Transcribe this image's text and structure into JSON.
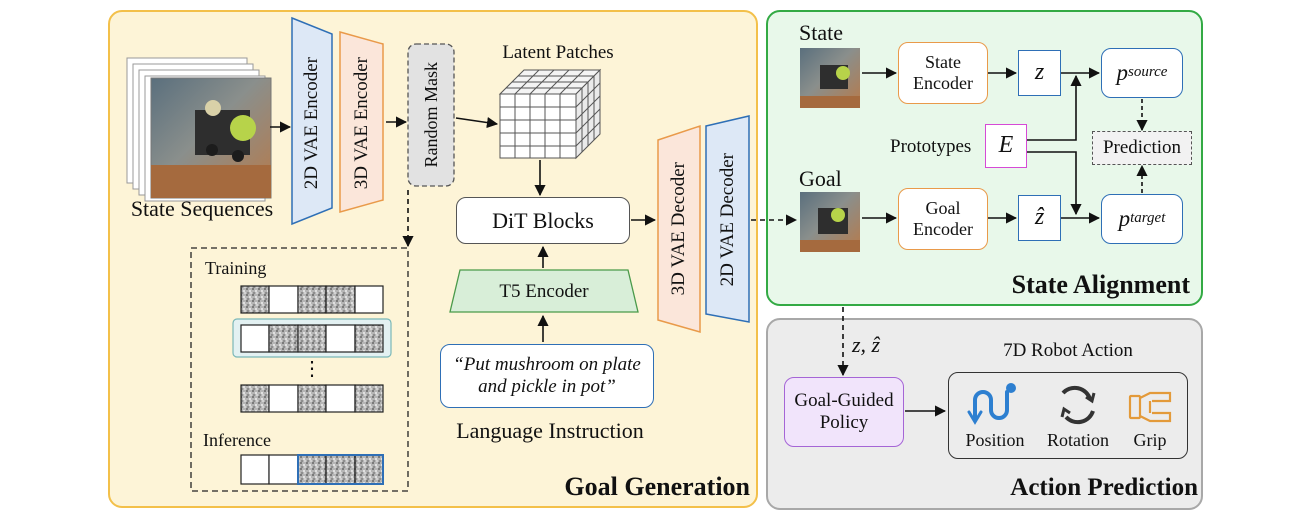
{
  "goal_generation": {
    "title": "Goal Generation",
    "state_sequences": "State Sequences",
    "enc2d": "2D VAE Encoder",
    "enc3d": "3D VAE Encoder",
    "random_mask": "Random Mask",
    "latent_patches": "Latent Patches",
    "dit": "DiT Blocks",
    "t5": "T5 Encoder",
    "instruction_line1": "“Put mushroom on plate",
    "instruction_line2": "and pickle in pot”",
    "language_instruction": "Language Instruction",
    "dec3d": "3D VAE Decoder",
    "dec2d": "2D VAE Decoder",
    "training": "Training",
    "inference": "Inference",
    "dots": "⋮"
  },
  "state_alignment": {
    "title": "State Alignment",
    "state": "State",
    "goal": "Goal",
    "state_encoder_l1": "State",
    "state_encoder_l2": "Encoder",
    "goal_encoder_l1": "Goal",
    "goal_encoder_l2": "Encoder",
    "z": "z",
    "zhat": "ẑ",
    "prototypes": "Prototypes",
    "E": "E",
    "p": "p",
    "source": "source",
    "target": "target",
    "prediction": "Prediction"
  },
  "action_prediction": {
    "title": "Action Prediction",
    "z_zhat": "z, ẑ",
    "policy_l1": "Goal-Guided",
    "policy_l2": "Policy",
    "robot_action": "7D Robot Action",
    "position": "Position",
    "rotation": "Rotation",
    "grip": "Grip"
  },
  "colors": {
    "goal_panel_bg": "#fdf4d7",
    "goal_panel_border": "#f3c04a",
    "align_panel_bg": "#e8f8ea",
    "align_panel_border": "#33aa44",
    "action_panel_bg": "#ececec",
    "action_panel_border": "#a8a8a8",
    "enc2d": "#dde8f6",
    "enc3d": "#fbe6da",
    "t5": "#d8eed8",
    "orange_border": "#e99a4a",
    "blue_border": "#2e6fb6",
    "purple_border": "#a565d6",
    "purple_bg": "#f1e4fb",
    "magenta_border": "#d64ad6"
  }
}
